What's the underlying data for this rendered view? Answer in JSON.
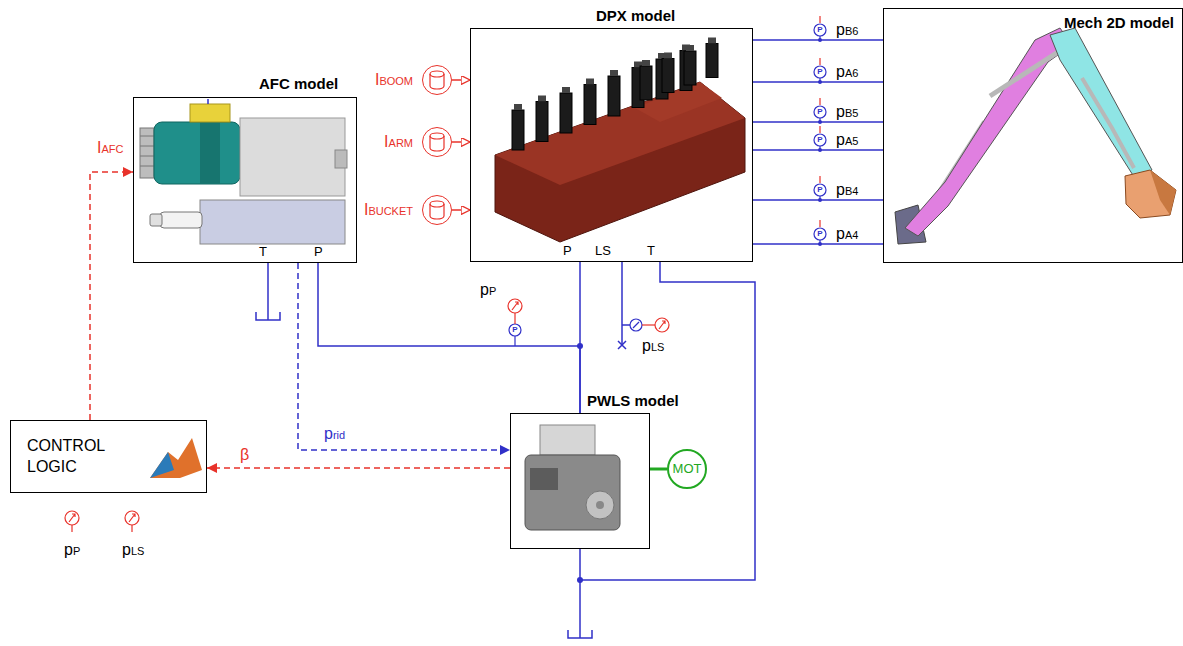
{
  "diagram": {
    "nodes": [
      {
        "text": [
          "AFC model",
          "T",
          "P"
        ]
      },
      {
        "text": [
          "DPX model",
          "P",
          "LS",
          "T"
        ]
      },
      {
        "text": [
          "Mech 2D model"
        ]
      },
      {
        "text": [
          "IBOOM"
        ]
      },
      {
        "text": [
          "IARM"
        ]
      },
      {
        "text": [
          "IBUCKET"
        ]
      },
      {
        "text": [
          "PWLS model"
        ]
      },
      {
        "text": [
          "MOT"
        ]
      },
      {
        "text": [
          "CONTROL LOGIC"
        ]
      }
    ],
    "edges": [
      {
        "from": 3,
        "to": 1,
        "arrow": "to"
      },
      {
        "from": 4,
        "to": 1,
        "arrow": "to"
      },
      {
        "from": 5,
        "to": 1,
        "arrow": "to"
      },
      {
        "from": 1,
        "to": 2,
        "arrow": "none"
      },
      {
        "from": 1,
        "to": 2,
        "arrow": "none"
      },
      {
        "from": 1,
        "to": 2,
        "arrow": "none"
      },
      {
        "from": 1,
        "to": 2,
        "arrow": "none"
      },
      {
        "from": 1,
        "to": 2,
        "arrow": "none"
      },
      {
        "from": 1,
        "to": 2,
        "arrow": "none"
      },
      {
        "from": 8,
        "to": 0,
        "label": "IAFC",
        "arrow": "to"
      },
      {
        "from": 6,
        "to": 8,
        "label": "β",
        "arrow": "to"
      },
      {
        "from": 0,
        "to": 6,
        "label": "prid",
        "arrow": "to"
      },
      {
        "from": 6,
        "to": 0,
        "arrow": "none"
      },
      {
        "from": 6,
        "to": 1,
        "arrow": "none"
      },
      {
        "from": 1,
        "to": 6,
        "arrow": "none"
      },
      {
        "from": 6,
        "to": 7,
        "arrow": "none"
      }
    ],
    "labels": [
      "pB6",
      "pA6",
      "pB5",
      "pA5",
      "pB4",
      "pA4",
      "pP",
      "pLS",
      "pP",
      "pLS",
      "P",
      "P",
      "P",
      "P",
      "P",
      "P",
      "P"
    ]
  }
}
